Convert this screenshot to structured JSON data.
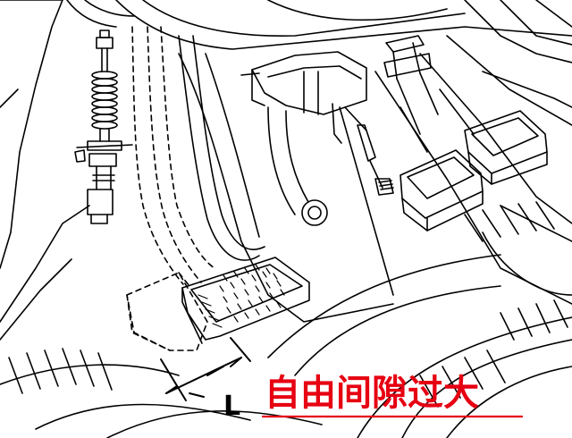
{
  "diagram": {
    "dimension_label": "L",
    "caption": "自由间隙过大",
    "colors": {
      "line": "#000000",
      "caption": "#e60012",
      "background": "#ffffff"
    },
    "parts": [
      "brake-pedal-pad",
      "brake-pedal-arm",
      "brake-light-switch",
      "clutch-cable",
      "accelerator-pedal",
      "floor-mat"
    ]
  }
}
